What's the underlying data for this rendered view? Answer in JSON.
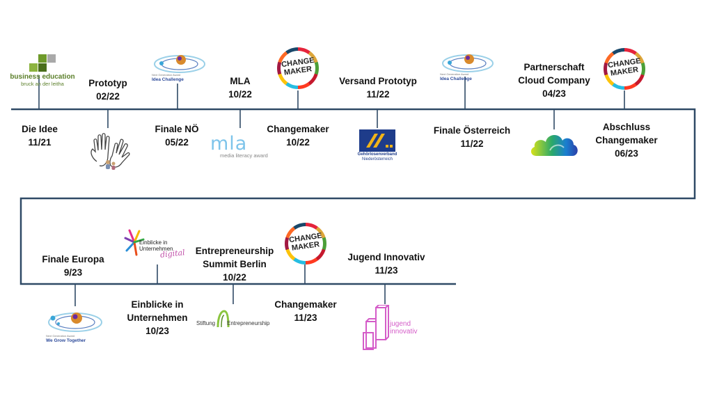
{
  "timeline": {
    "row1_top": [
      {
        "id": "prototyp",
        "lines": [
          "Prototyp",
          "02/22"
        ]
      },
      {
        "id": "mla",
        "lines": [
          "MLA",
          "10/22"
        ]
      },
      {
        "id": "versand",
        "lines": [
          "Versand Prototyp",
          "11/22"
        ]
      },
      {
        "id": "partnerschaft",
        "lines": [
          "Partnerschaft",
          "Cloud Company",
          "04/23"
        ]
      }
    ],
    "row1_bottom": [
      {
        "id": "idee",
        "lines": [
          "Die Idee",
          "11/21"
        ]
      },
      {
        "id": "finale-noe",
        "lines": [
          "Finale NÖ",
          "05/22"
        ]
      },
      {
        "id": "changemaker1",
        "lines": [
          "Changemaker",
          "10/22"
        ]
      },
      {
        "id": "finale-oe",
        "lines": [
          "Finale Österreich",
          "11/22"
        ]
      },
      {
        "id": "abschluss",
        "lines": [
          "Abschluss",
          "Changemaker",
          "06/23"
        ]
      }
    ],
    "row2_top": [
      {
        "id": "finale-europa",
        "lines": [
          "Finale Europa",
          "9/23"
        ]
      },
      {
        "id": "summit",
        "lines": [
          "Entrepreneurship",
          "Summit Berlin",
          "10/22"
        ]
      },
      {
        "id": "jugend",
        "lines": [
          "Jugend Innovativ",
          "11/23"
        ]
      }
    ],
    "row2_bottom": [
      {
        "id": "einblicke",
        "lines": [
          "Einblicke in",
          "Unternehmen",
          "10/23"
        ]
      },
      {
        "id": "changemaker2",
        "lines": [
          "Changemaker",
          "11/23"
        ]
      }
    ]
  },
  "logos": {
    "business_education": {
      "line1": "business education",
      "line2": "bruck an der leitha"
    },
    "idea_challenge_1": {
      "small": "Next Generation Award",
      "title": "Idea Challenge"
    },
    "idea_challenge_2": {
      "small": "Next Generation Award",
      "title": "Idea Challenge"
    },
    "we_grow": {
      "small": "Next Generation Award",
      "title": "We Grow Together"
    },
    "changemaker_word": [
      "CHANGE",
      "MAKER"
    ],
    "mla": {
      "word": "mla",
      "sub": "media literacy award"
    },
    "gehoerlos": {
      "line1": "Gehörlosenverband",
      "line2": "Niederösterreich"
    },
    "einblicke": {
      "line1": "Einblicke in",
      "line2": "Unternehmen",
      "script": "digital"
    },
    "stiftung": {
      "left": "Stiftung",
      "right": "Entrepreneurship"
    },
    "jugend": {
      "line1": "jugend",
      "line2": "innovativ"
    }
  },
  "colors": {
    "line": "#2f4a66",
    "brand_green": "#5b7f2a",
    "idea_blue": "#2c4a9a",
    "jugend": "#d45cc8"
  }
}
